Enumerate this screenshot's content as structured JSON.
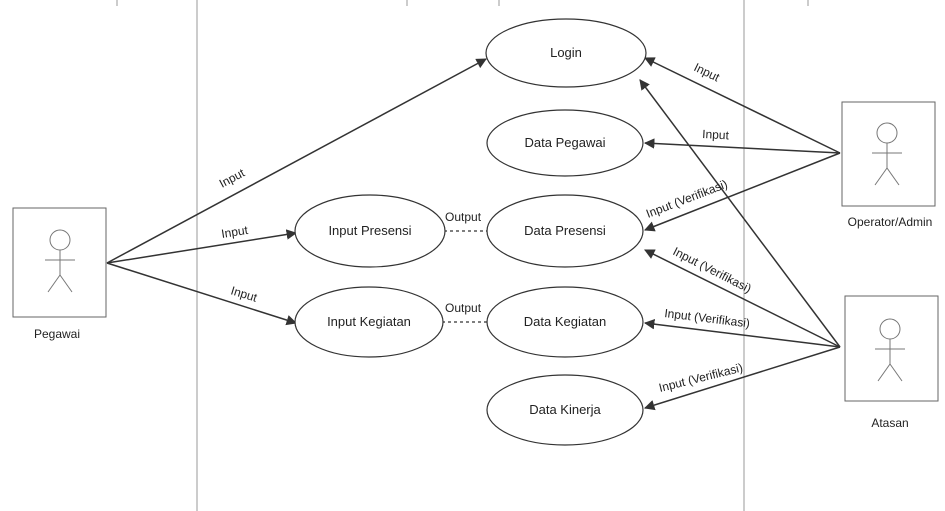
{
  "actors": {
    "pegawai": "Pegawai",
    "operator": "Operator/Admin",
    "atasan": "Atasan"
  },
  "usecases": {
    "login": "Login",
    "data_pegawai": "Data Pegawai",
    "input_presensi": "Input Presensi",
    "data_presensi": "Data Presensi",
    "input_kegiatan": "Input Kegiatan",
    "data_kegiatan": "Data Kegiatan",
    "data_kinerja": "Data Kinerja"
  },
  "edge_labels": {
    "pegawai_login": "Input",
    "pegawai_presensi": "Input",
    "pegawai_kegiatan": "Input",
    "operator_login": "Input",
    "operator_pegawai": "Input",
    "operator_presensi": "Input (Verifikasi)",
    "atasan_presensi": "Input (Verifikasi)",
    "atasan_kegiatan": "Input (Verifikasi)",
    "atasan_kinerja": "Input (Verifikasi)",
    "output_presensi": "Output",
    "output_kegiatan": "Output"
  }
}
